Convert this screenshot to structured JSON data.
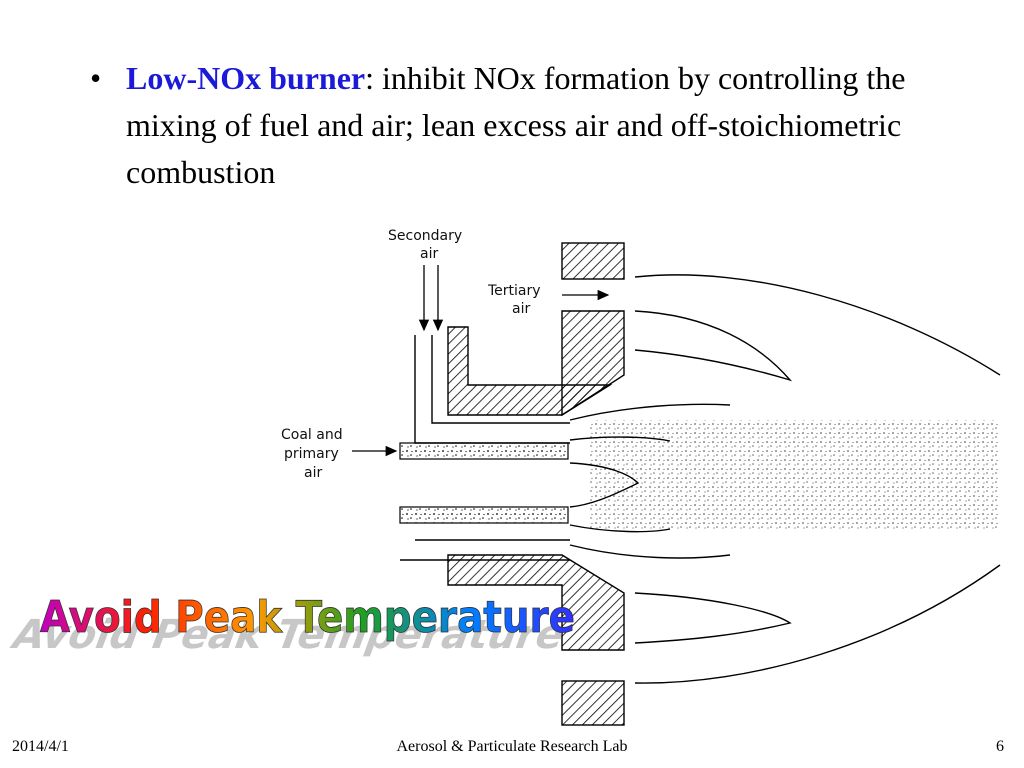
{
  "slide": {
    "bullet": {
      "marker": "•",
      "term": "Low-NOx burner",
      "separator": ":",
      "text": " inhibit NOx formation by controlling the mixing of fuel and air; lean excess air and off-stoichiometric combustion"
    },
    "diagram": {
      "labels": {
        "secondary_line1": "Secondary",
        "secondary_line2": "air",
        "tertiary_line1": "Tertiary",
        "tertiary_line2": "air",
        "coal_line1": "Coal and",
        "coal_line2": "primary",
        "coal_line3": "air"
      }
    },
    "wordart": "Avoid Peak Temperature",
    "footer": {
      "date": "2014/4/1",
      "lab": "Aerosol & Particulate Research Lab",
      "page": "6"
    }
  }
}
